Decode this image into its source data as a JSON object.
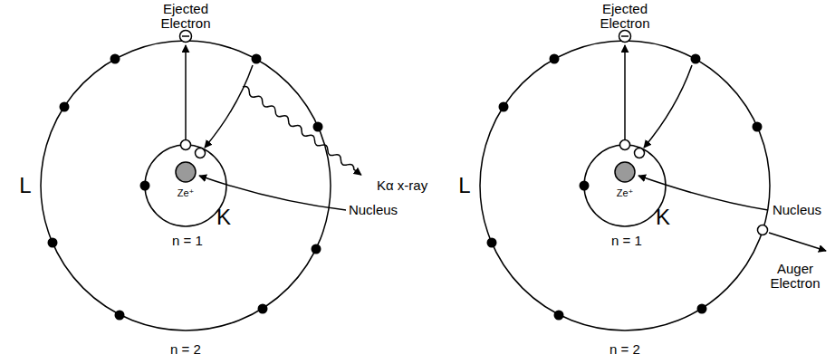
{
  "diagram": {
    "labels": [
      "Ejected Electron",
      "Kα x-ray",
      "Nucleus",
      "L",
      "K",
      "Ze⁺",
      "n = 1",
      "n = 2",
      "Ejected Electron",
      "Nucleus",
      "L",
      "K",
      "Ze⁺",
      "n = 1",
      "Auger Electron",
      "n = 2"
    ]
  }
}
